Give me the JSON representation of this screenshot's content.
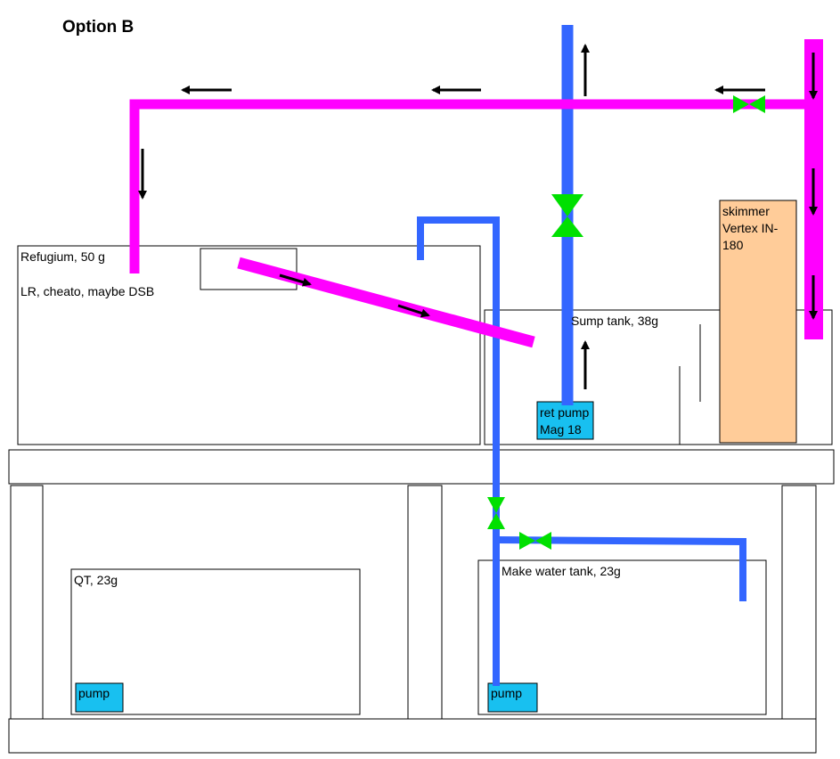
{
  "title": "Option B",
  "colors": {
    "pink_line": "#ff00ff",
    "blue_line": "#3366ff",
    "valve": "#00e000",
    "pump_fill": "#18c0f0",
    "skimmer_fill": "#ffcc99",
    "outline": "#000000"
  },
  "tanks": {
    "refugium": {
      "title": "Refugium, 50 g",
      "note": "LR, cheato, maybe DSB"
    },
    "sump": {
      "title": "Sump tank, 38g"
    },
    "qt": {
      "title": "QT, 23g"
    },
    "make_water": {
      "title": "Make water tank, 23g"
    }
  },
  "skimmer": {
    "line1": "skimmer",
    "line2": "Vertex IN-",
    "line3": "180"
  },
  "pumps": {
    "return": {
      "line1": "ret pump",
      "line2": "Mag 18"
    },
    "qt": {
      "label": "pump"
    },
    "make_water": {
      "label": "pump"
    }
  }
}
